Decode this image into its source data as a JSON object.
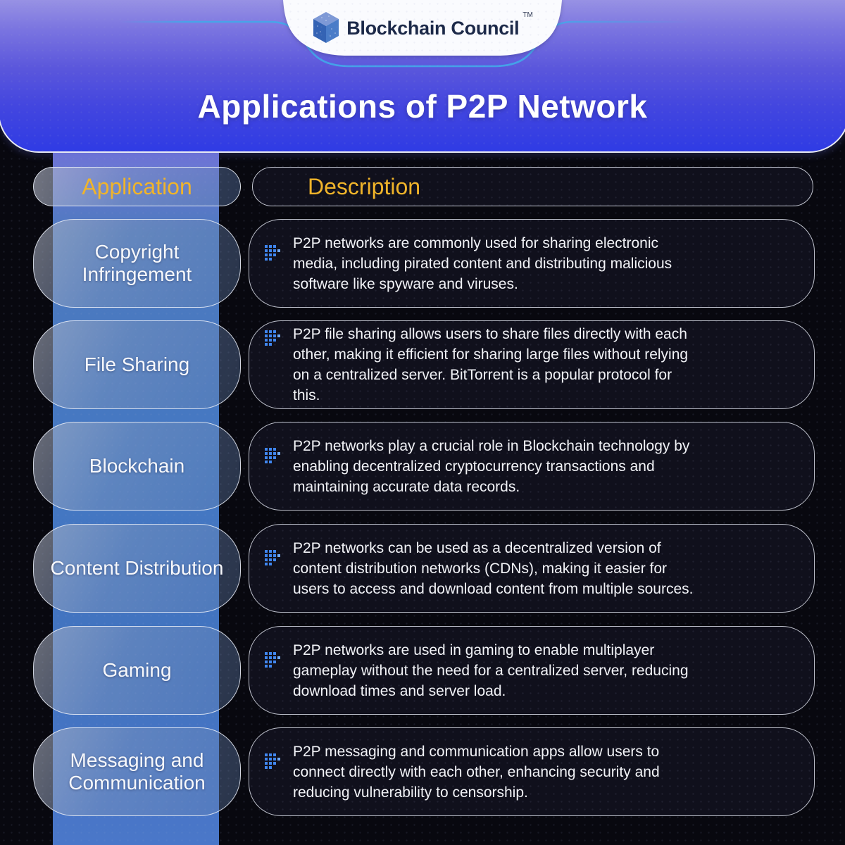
{
  "brand": {
    "name": "Blockchain Council",
    "trademark": "TM",
    "logo_icon": "cube-logo-icon"
  },
  "title": "Applications of P2P Network",
  "table": {
    "application_header": "Application",
    "description_header": "Description",
    "bullet_icon": "dotted-arrow-icon",
    "rows": [
      {
        "application": "Copyright\nInfringement",
        "description": "P2P networks are commonly used for sharing electronic\nmedia, including pirated content and distributing malicious\nsoftware like spyware and viruses."
      },
      {
        "application": "File Sharing",
        "description": "P2P file sharing allows users to share files directly with each\nother, making it efficient for sharing large files without relying\non a centralized server. BitTorrent is a popular protocol for\nthis."
      },
      {
        "application": "Blockchain",
        "description": "P2P networks play a crucial role in Blockchain technology by\nenabling decentralized cryptocurrency transactions and\nmaintaining accurate data records."
      },
      {
        "application": "Content Distribution",
        "description": "P2P networks can be used as a decentralized version of\ncontent distribution networks (CDNs), making it easier for\nusers to access and download content from multiple sources."
      },
      {
        "application": "Gaming",
        "description": "P2P networks are used in gaming to enable multiplayer\ngameplay without the need for a centralized server, reducing\ndownload times and server load."
      },
      {
        "application": "Messaging and\nCommunication",
        "description": "P2P messaging and communication apps allow users to\nconnect directly with each other, enhancing security and\nreducing vulnerability to censorship."
      }
    ]
  },
  "colors": {
    "accent_yellow": "#F0B42A",
    "bullet_blue": "#3F86F0",
    "band_blue": "#4478C2",
    "hero_top": "#9892E4",
    "hero_bottom": "#2F3BE4",
    "card_bg": "#10101C",
    "page_bg": "#08080F"
  }
}
